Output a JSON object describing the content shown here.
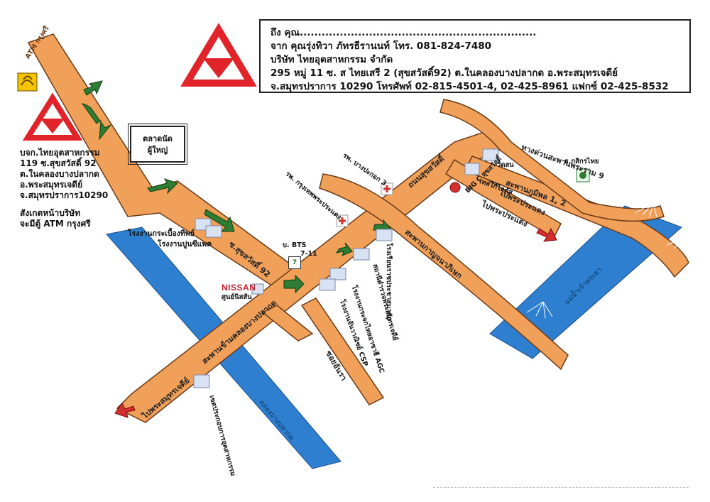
{
  "address": {
    "to_line": "ถึง     คุณ.................................................................",
    "from_line": "จาก   คุณรุ่งทิวา ภัทรธีรานนท์  โทร. 081-824-7480",
    "company_line": "บริษัท ไทยอุตสาหกรรม จำกัด",
    "street_line": "295 หมู่ 11 ซ. ส ไทยเสรี 2 (สุขสวัสดิ์92) ต.ในคลองบางปลากด อ.พระสมุทรเจดีย์",
    "province_line": "จ.สมุทรปราการ 10290 โทรศัพท์ 02-815-4501-4, 02-425-8961 แฟกซ์ 02-425-8532"
  },
  "company_block": {
    "line1": "บจก.ไทยอุตสาหกรรม",
    "line2": "119 ซ.สุขสวัสดิ์ 92",
    "line3": "ต.ในคลองบางปลากด",
    "line4": "อ.พระสมุทรเจดีย์",
    "line5": "จ.สมุทรปราการ10290",
    "note1": "สังเกตหน้าบริษัท",
    "note2": "จะมีตู้ ATM กรุงศรี"
  },
  "places": {
    "market": [
      "ตลาดนัด",
      "ผู้ใหญ่"
    ],
    "tile_factory": "โรงงานกระเบื้องทิพย์",
    "cement_factory": "โรงงานปูนซีแพค",
    "bts": "บ. BTS",
    "seven_eleven": "7-11",
    "seven_logo": "7",
    "nissan_brand": "NISSAN",
    "nissan_center": "ศูนย์นิสสัน",
    "school": "โรงเรียนราชประชาสมาสัย",
    "police": "สถานีตำรวจพระสมุทรเจดีย์",
    "agc": "โรงงานกระจกไทยอาซาฮี AGC",
    "csp": "โรงงานจันวาณิชย์ CSP",
    "industrial_zone": "เขตประกอบการอุตสาหกรรม",
    "hospital_bangpakok": "รพ. บางปะกอก 3",
    "hospital_krungthep": "รพ. กรุงเทพพระประแดง",
    "bigc": "BIG C สุขสวัสดิ์",
    "wat_son": "วัดสน",
    "tesco": "เทสโก้โลตัส",
    "kasikorn": "ธ.กสิกรไทย",
    "atm_label": "ATM กรุงศรี"
  },
  "roads": {
    "soi92": "ซ.สุขสวัสดิ์ 92",
    "suksawat": "ถนนสุขสวัสดิ์",
    "bridge_kanchanaphisek": "สะพานกาญจนาภิเษก",
    "bridge_bumiphol": "สะพานภูมิพล 1, 2",
    "expressway": "ทางด่วนสะพานพระราม 9",
    "to_phrapradaeng_1": "ไปพระประแดง",
    "to_phrapradaeng_2": "ไปพระประแดง",
    "soi_ansara": "ซอยอันรา",
    "bridge_bangplakot": "สะพานข้ามคลองบางปลากด",
    "to_phrasamut": "ไปพระสมุทรเจดีย์"
  },
  "waterways": {
    "khlong": "คลองบางปลากด",
    "chao_phraya": "แม่น้ำเจ้าพระยา"
  },
  "colors": {
    "road": "#f1a05a",
    "road_edge": "#6b3a17",
    "river": "#2f7fd0",
    "arrow_green": "#2e7d32",
    "arrow_red": "#d32f2f",
    "logo_red": "#e0242a"
  }
}
